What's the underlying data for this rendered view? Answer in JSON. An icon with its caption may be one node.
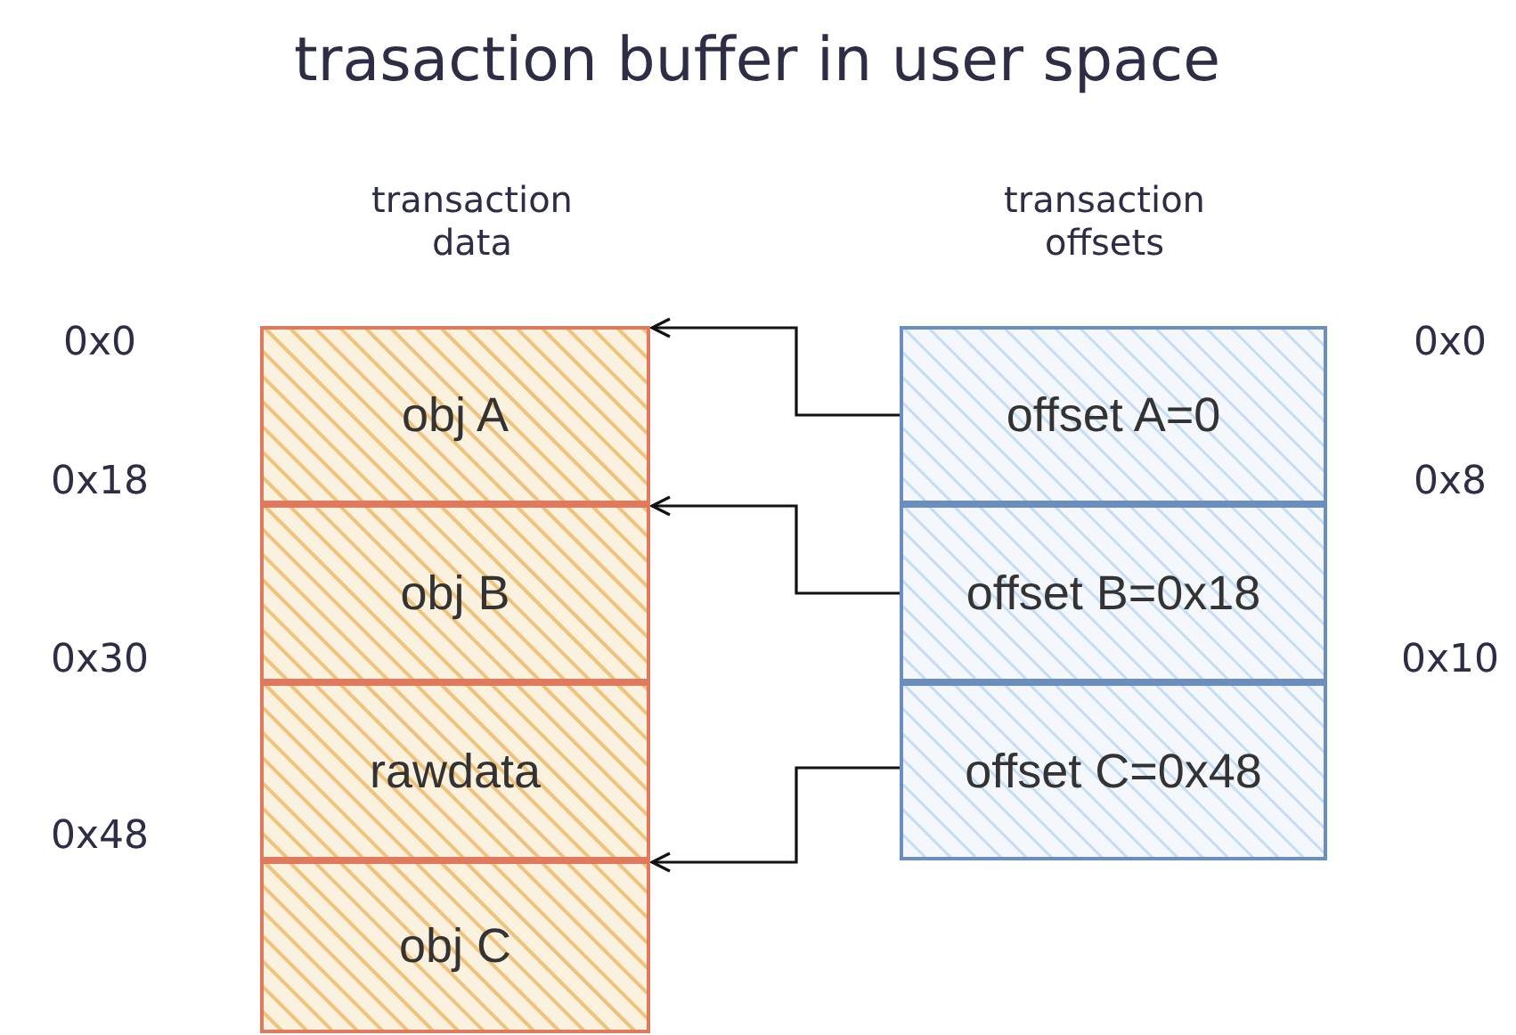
{
  "diagram": {
    "title": "trasaction buffer in user space",
    "nodes": [
      {
        "text": [
          "obj A"
        ]
      },
      {
        "text": [
          "obj B"
        ]
      },
      {
        "text": [
          "rawdata"
        ]
      },
      {
        "text": [
          "obj C"
        ]
      },
      {
        "text": [
          "offset A=0"
        ]
      },
      {
        "text": [
          "offset B=0x18"
        ]
      },
      {
        "text": [
          "offset C=0x48"
        ]
      }
    ],
    "edges": [
      {
        "from": 4,
        "to": 0,
        "arrow": "to"
      },
      {
        "from": 5,
        "to": 1,
        "arrow": "to"
      },
      {
        "from": 6,
        "to": 3,
        "arrow": "to"
      }
    ],
    "labels": [
      "transaction data",
      "transaction offsets",
      "0x0",
      "0x18",
      "0x30",
      "0x48",
      "0x0",
      "0x8",
      "0x10"
    ]
  }
}
